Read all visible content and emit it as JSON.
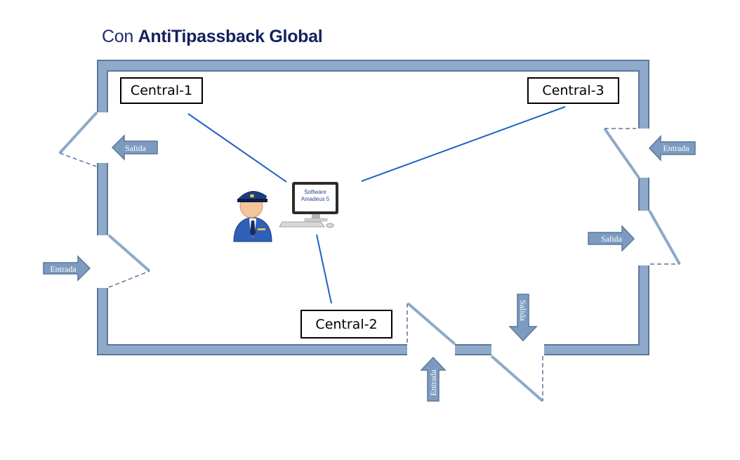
{
  "title": {
    "prefix": "Con",
    "bold": "AntiTipassback Global"
  },
  "centrals": [
    "Central-1",
    "Central-2",
    "Central-3"
  ],
  "software": {
    "line1": "Software",
    "line2": "Amadeus 5"
  },
  "doors": {
    "left_top": "Salida",
    "left_bottom": "Entrada",
    "right_top": "Entrada",
    "right_middle": "Salida",
    "bottom_left": "Entrada",
    "bottom_right": "Salida"
  },
  "colors": {
    "wall": "#8ea9c9",
    "wall_border": "#5d7797",
    "link": "#1d63c7",
    "arrow": "#7d9bc0"
  }
}
